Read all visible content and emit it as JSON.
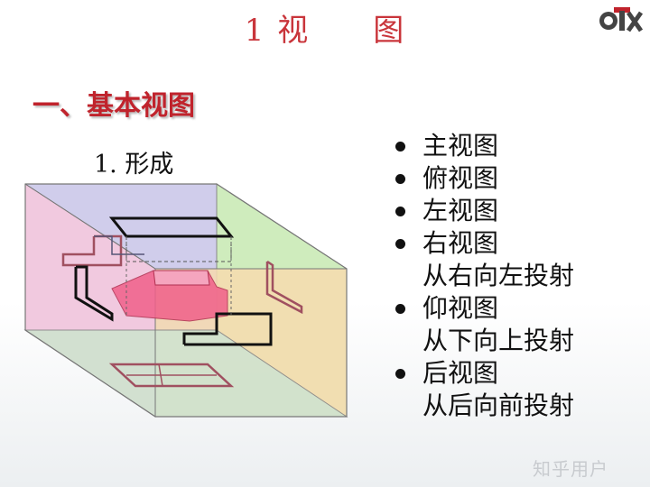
{
  "title": {
    "main": "1 视",
    "suffix": "图"
  },
  "section_heading": "一、基本视图",
  "subheading": "1. 形成",
  "views": [
    {
      "label": "主视图",
      "note": ""
    },
    {
      "label": "俯视图",
      "note": ""
    },
    {
      "label": "左视图",
      "note": ""
    },
    {
      "label": "右视图",
      "note": "从右向左投射"
    },
    {
      "label": "仰视图",
      "note": "从下向上投射"
    },
    {
      "label": "后视图",
      "note": "从后向前投射"
    }
  ],
  "watermark": "知乎用户",
  "colors": {
    "title": "#c9353b",
    "heading": "#c0232c",
    "back_plane": "#c9c6e6",
    "left_plane": "#eec6dc",
    "right_plane": "#f8dcb0",
    "top_plane": "#cfe8c0",
    "bottom_plane": "#cfe3cf",
    "object": "#f0608a"
  }
}
